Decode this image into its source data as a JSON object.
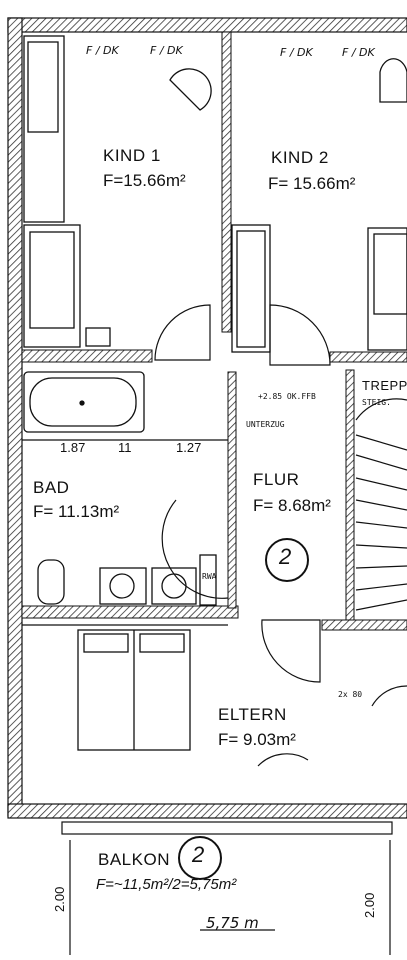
{
  "rooms": {
    "kind1": {
      "name": "KIND 1",
      "area": "F=15.66m²"
    },
    "kind2": {
      "name": "KIND 2",
      "area": "F= 15.66m²"
    },
    "bad": {
      "name": "BAD",
      "area": "F= 11.13m²"
    },
    "flur": {
      "name": "FLUR",
      "area": "F= 8.68m²",
      "marker": "2"
    },
    "eltern": {
      "name": "ELTERN",
      "area": "F=  9.03m²"
    },
    "treppe": {
      "name": "TREPPE"
    },
    "balkon": {
      "name": "BALKON",
      "area": "F=~11,5m²/2=5,75m²",
      "marker": "2",
      "length": "5,75 m"
    }
  },
  "dimensions": {
    "bad_width": "1.87",
    "bad_mid": "11",
    "bad_right": "1.27",
    "balkon_left": "2.00",
    "balkon_right": "2.00"
  },
  "annotations": {
    "wall_marks_1": "F / DK",
    "wall_marks_2": "F / DK",
    "wall_marks_3": "F / DK",
    "wall_marks_4": "F / DK",
    "level_note": "+2.85 OK.FFB",
    "unterzug": "UNTERZUG",
    "stair_note": "STEIG.",
    "eltern_note": "2x 80",
    "vent_note": "RWA"
  },
  "colors": {
    "line": "#111111",
    "hatch": "#333333",
    "paper": "#ffffff"
  }
}
